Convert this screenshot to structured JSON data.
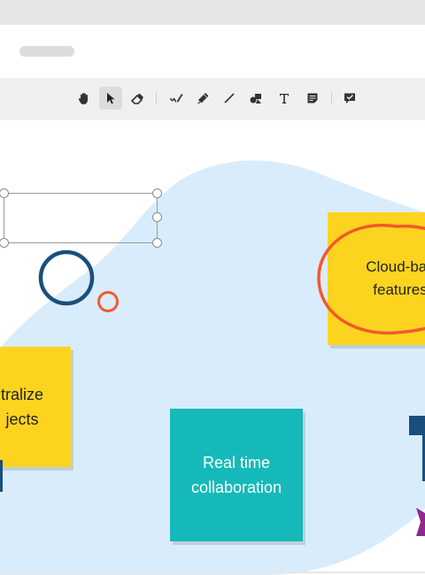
{
  "window": {
    "title_placeholder": ""
  },
  "toolbar": {
    "tools": [
      {
        "name": "hand",
        "icon": "hand-icon",
        "active": false
      },
      {
        "name": "select",
        "icon": "cursor-icon",
        "active": true
      },
      {
        "name": "eraser",
        "icon": "eraser-icon",
        "active": false
      },
      {
        "name": "pen",
        "icon": "pen-icon",
        "active": false
      },
      {
        "name": "highlighter",
        "icon": "highlighter-icon",
        "active": false
      },
      {
        "name": "line",
        "icon": "line-icon",
        "active": false
      },
      {
        "name": "shapes",
        "icon": "shapes-icon",
        "active": false
      },
      {
        "name": "text",
        "icon": "text-icon",
        "active": false
      },
      {
        "name": "sticky-note",
        "icon": "sticky-note-icon",
        "active": false
      },
      {
        "name": "comment",
        "icon": "comment-check-icon",
        "active": false
      }
    ]
  },
  "canvas": {
    "stickies": {
      "cloud": "Cloud-bas\nfeatures",
      "centralize": "tralize\njects",
      "realtime": "Real time\ncollaboration"
    }
  },
  "colors": {
    "blob": "#d9ecfb",
    "sticky_yellow": "#fcd41f",
    "sticky_teal": "#16b9b9",
    "circle_navy": "#1a4f7c",
    "circle_orange": "#f15a2b",
    "navy_shape": "#1a4f7c",
    "purple_shape": "#8e2a8e"
  }
}
